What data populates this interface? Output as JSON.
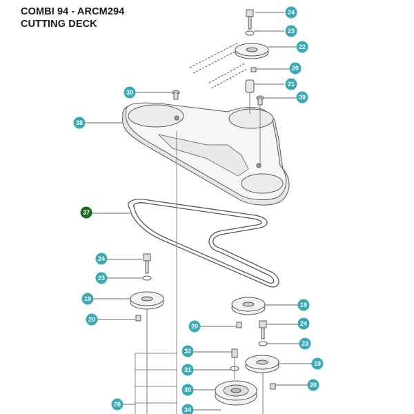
{
  "header": {
    "title_line1": "COMBI 94 - ARCM294",
    "title_line2": "CUTTING DECK"
  },
  "colors": {
    "callout_teal": "#3aa9b4",
    "callout_highlight": "#1e6b1e",
    "line": "#555555"
  },
  "callouts": {
    "c24a": "24",
    "c23a": "23",
    "c22": "22",
    "c20a": "20",
    "c21": "21",
    "c39a": "39",
    "c39b": "39",
    "c38": "38",
    "c37": "37",
    "c24b": "24",
    "c23b": "23",
    "c19a": "19",
    "c20b": "20",
    "c19b": "19",
    "c20c": "20",
    "c24c": "24",
    "c23c": "23",
    "c32": "32",
    "c19c": "19",
    "c31": "31",
    "c20d": "20",
    "c30": "30",
    "c28": "28",
    "c34": "34"
  }
}
